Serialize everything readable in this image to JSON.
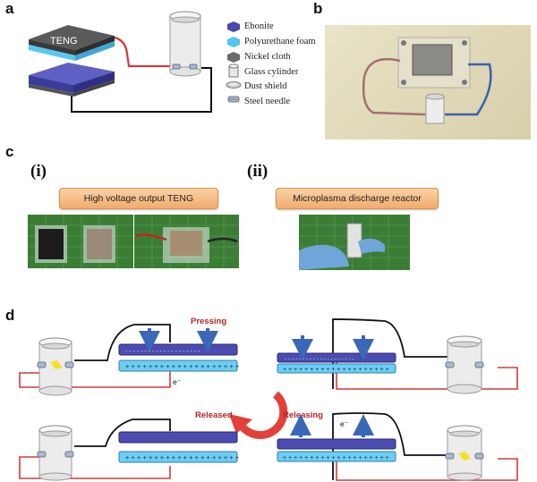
{
  "panels": {
    "a": "a",
    "b": "b",
    "c": "c",
    "d": "d"
  },
  "panel_a": {
    "teng_label": "TENG",
    "legend": [
      {
        "icon": "ebonite-icon",
        "label": "Ebonite",
        "color": "#4a4aa8"
      },
      {
        "icon": "polyurethane-foam-icon",
        "label": "Polyurethane foam",
        "color": "#52c6f0"
      },
      {
        "icon": "nickel-cloth-icon",
        "label": "Nickel cloth",
        "color": "#6b6b6b"
      },
      {
        "icon": "glass-cylinder-icon",
        "label": "Glass cylinder",
        "color": "#dcdcdc"
      },
      {
        "icon": "dust-shield-icon",
        "label": "Dust shield",
        "color": "#b8b8b8"
      },
      {
        "icon": "steel-needle-icon",
        "label": "Steel needle",
        "color": "#8a9bb8"
      }
    ]
  },
  "panel_c": {
    "sub_i": "(i)",
    "sub_ii": "(ii)",
    "box_i": "High voltage output TENG",
    "box_ii": "Microplasma discharge reactor"
  },
  "panel_d": {
    "pressing": "Pressing",
    "released": "Released",
    "releasing": "Releasing",
    "electron": "e⁻",
    "plus_row": "+ + + + + + + + + + + + + + + + + + + +",
    "minus_row": "- - - - - - - - - - - - - - - - - - - -",
    "colors": {
      "top_plate": "#4b4bb0",
      "bottom_plate": "#6dcdf2",
      "red_wire": "#d23a3a",
      "arrow_blue": "#3a67b8",
      "curved_arrow": "#e3403a",
      "label_red": "#b8232a"
    }
  }
}
